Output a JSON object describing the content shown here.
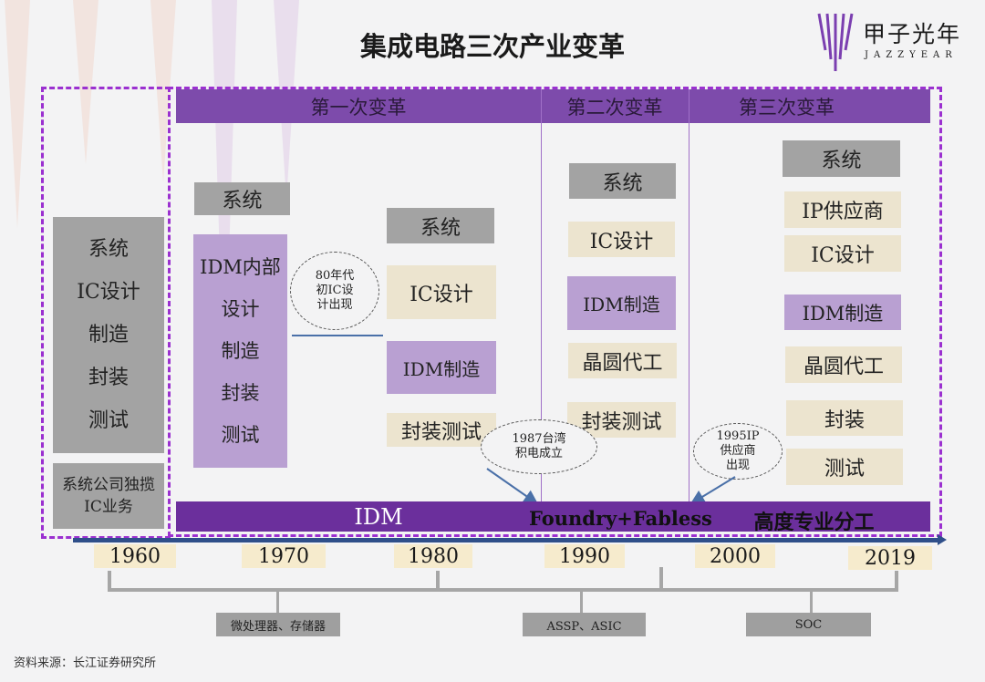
{
  "title": "集成电路三次产业变革",
  "logo": {
    "name": "甲子光年",
    "sub": "JAZZYEAR"
  },
  "eras": [
    "第一次变革",
    "第二次变革",
    "第三次变革"
  ],
  "stage0": {
    "stack": [
      "系统",
      "IC设计",
      "制造",
      "封装",
      "测试"
    ],
    "note": "系统公司独揽IC业务"
  },
  "stage1": {
    "system": "系统",
    "stack": [
      "IDM内部",
      "设计",
      "制造",
      "封装",
      "测试"
    ]
  },
  "stage2": {
    "items": [
      "系统",
      "IC设计",
      "IDM制造",
      "封装测试"
    ]
  },
  "stage3": {
    "items": [
      "系统",
      "IC设计",
      "IDM制造",
      "晶圆代工",
      "封装测试"
    ]
  },
  "stage4": {
    "items": [
      "系统",
      "IP供应商",
      "IC设计",
      "IDM制造",
      "晶圆代工",
      "封装",
      "测试"
    ]
  },
  "events": [
    {
      "lines": [
        "80年代",
        "初IC设",
        "计出现"
      ]
    },
    {
      "lines": [
        "1987台湾",
        "积电成立"
      ]
    },
    {
      "lines": [
        "1995IP",
        "供应商",
        "出现"
      ]
    }
  ],
  "models": [
    "IDM",
    "Foundry+Fabless",
    "高度专业分工"
  ],
  "years": [
    "1960",
    "1970",
    "1980",
    "1990",
    "2000",
    "2019"
  ],
  "products": [
    "微处理器、存储器",
    "ASSP、ASIC",
    "SOC"
  ],
  "source": "资料来源：长江证券研究所",
  "colors": {
    "header": "#7d4bab",
    "bar": "#6b2f9c",
    "timeline": "#2f4f8a",
    "gray": "#a3a3a3",
    "beige": "#ece4cf",
    "lavender": "#b9a0d2"
  }
}
